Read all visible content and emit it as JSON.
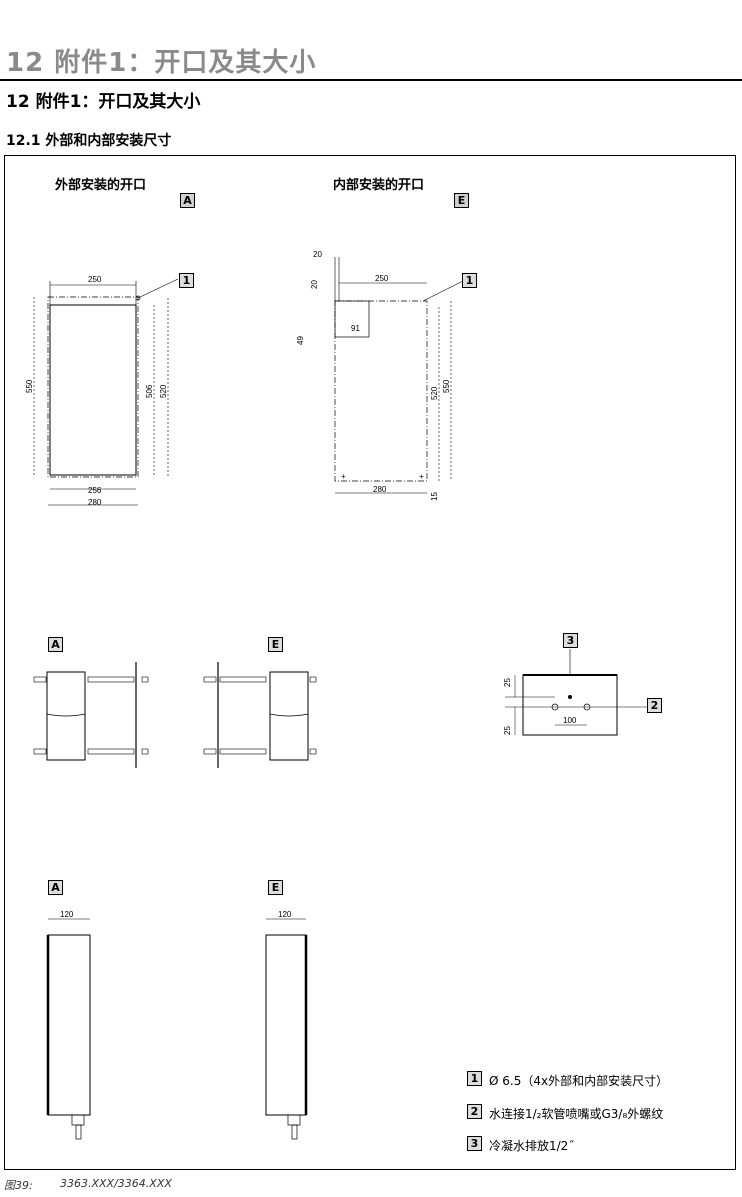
{
  "page": {
    "title_large": "12 附件1：开口及其大小",
    "title": "12  附件1：开口及其大小",
    "section": "12.1 外部和内部安装尺寸"
  },
  "external": {
    "label": "外部安装的开口",
    "marker": "A",
    "dims": {
      "top": "250",
      "left": "550",
      "inner": "506",
      "outer": "520",
      "bottom_inner": "256",
      "bottom_outer": "280"
    },
    "callout": "1"
  },
  "internal": {
    "label": "内部安装的开口",
    "marker": "E",
    "dims": {
      "gap_top": "20",
      "gap_side": "20",
      "width": "250",
      "offset": "49",
      "slot": "91",
      "inner": "520",
      "outer": "550",
      "bottom": "280",
      "bottom_gap": "15"
    },
    "callout": "1"
  },
  "side_views": {
    "a_label": "A",
    "e_label": "E"
  },
  "bottom_view": {
    "callout_top": "3",
    "callout_right": "2",
    "dim_top": "25",
    "dim_bottom": "25",
    "dim_spacing": "100"
  },
  "depth_views": {
    "a_label": "A",
    "e_label": "E",
    "a_depth": "120",
    "e_depth": "120"
  },
  "legend": [
    {
      "num": "1",
      "text": "Ø 6.5（4x外部和内部安装尺寸）"
    },
    {
      "num": "2",
      "text": "水连接1/₂软管喷嘴或G3/₈外螺纹"
    },
    {
      "num": "3",
      "text": "冷凝水排放1/2˝"
    }
  ],
  "caption": {
    "figure": "图39:",
    "models": "3363.XXX/3364.XXX"
  }
}
